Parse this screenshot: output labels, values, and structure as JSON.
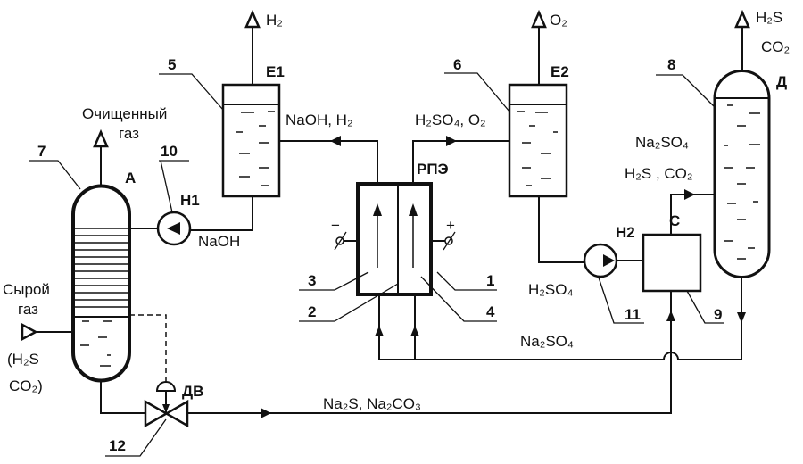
{
  "title": "Схема очистки газа с регенерацией раствора",
  "units": {
    "absorber": {
      "letter": "А",
      "number": "7"
    },
    "pump1": {
      "letter": "Н1",
      "number": "10"
    },
    "tank1": {
      "letter": "Е1",
      "number": "5"
    },
    "electrolyzer": {
      "letter": "РПЭ",
      "parts": [
        "1",
        "2",
        "3",
        "4"
      ],
      "minus": "−",
      "plus": "+"
    },
    "tank2": {
      "letter": "Е2",
      "number": "6"
    },
    "pump2": {
      "letter": "Н2",
      "number": "11"
    },
    "mixer": {
      "letter": "С",
      "number": "9"
    },
    "desorber": {
      "letter": "Д",
      "number": "8"
    },
    "valve": {
      "letter": "ДВ",
      "number": "12"
    }
  },
  "streams": {
    "clean_gas_1": "Очищенный",
    "clean_gas_2": "газ",
    "raw_gas_1": "Сырой",
    "raw_gas_2": "газ",
    "raw_gas_comp_1": "(H₂S",
    "raw_gas_comp_2": "CO₂)",
    "h2_out": "H₂",
    "o2_out": "O₂",
    "h2s_out": "H₂S",
    "co2_out": "CO₂",
    "naoh_h2": "NaOH, H₂",
    "h2so4_o2": "H₂SO₄, O₂",
    "naoh": "NaOH",
    "h2so4": "H₂SO₄",
    "na2so4_top": "Na₂SO₄",
    "h2s_co2": "H₂S , CO₂",
    "na2so4_bottom": "Na₂SO₄",
    "na2s_na2co3": "Na₂S,  Na₂CO₃"
  }
}
